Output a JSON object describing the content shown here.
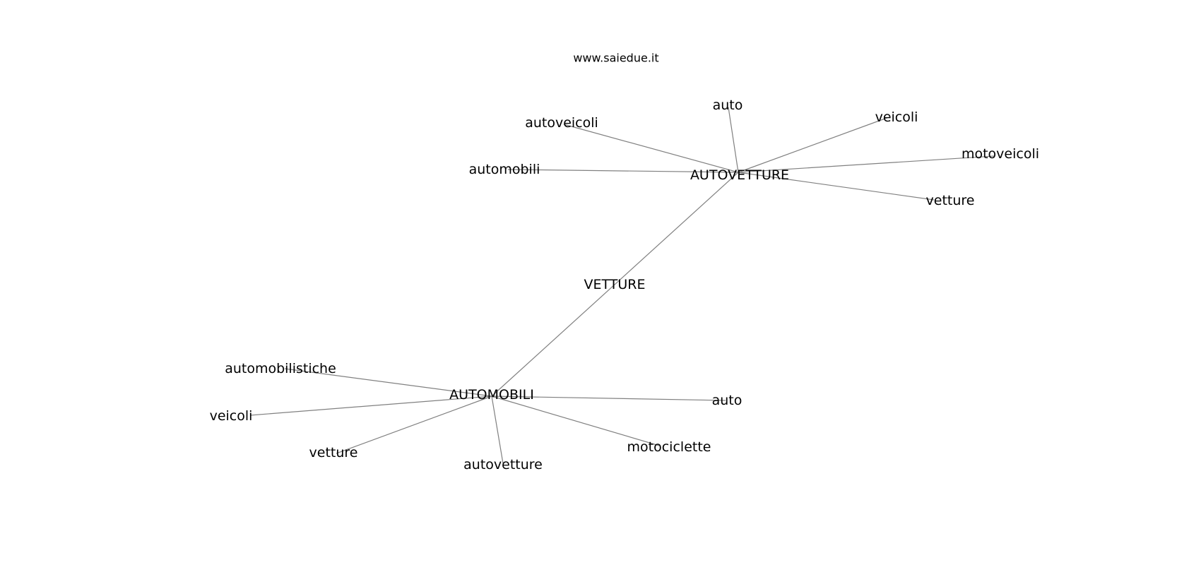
{
  "watermark": "www.saiedue.it",
  "colors": {
    "edge": "#808080",
    "text": "#000000",
    "background": "#ffffff"
  },
  "graph": {
    "nodes": [
      {
        "id": "vetture_center",
        "label": "VETTURE"
      },
      {
        "id": "autovetture_hub",
        "label": "AUTOVETTURE"
      },
      {
        "id": "automobili_hub",
        "label": "AUTOMOBILI"
      },
      {
        "id": "auto_top",
        "label": "auto"
      },
      {
        "id": "autoveicoli",
        "label": "autoveicoli"
      },
      {
        "id": "veicoli_top",
        "label": "veicoli"
      },
      {
        "id": "automobili_small",
        "label": "automobili"
      },
      {
        "id": "motoveicoli",
        "label": "motoveicoli"
      },
      {
        "id": "vetture_top",
        "label": "vetture"
      },
      {
        "id": "automobilistiche",
        "label": "automobilistiche"
      },
      {
        "id": "veicoli_bottom",
        "label": "veicoli"
      },
      {
        "id": "auto_bottom",
        "label": "auto"
      },
      {
        "id": "vetture_bottom",
        "label": "vetture"
      },
      {
        "id": "autovetture_small",
        "label": "autovetture"
      },
      {
        "id": "motociclette",
        "label": "motociclette"
      }
    ],
    "edges": [
      [
        "automobili_hub",
        "autovetture_hub"
      ],
      [
        "autovetture_hub",
        "auto_top"
      ],
      [
        "autovetture_hub",
        "autoveicoli"
      ],
      [
        "autovetture_hub",
        "veicoli_top"
      ],
      [
        "autovetture_hub",
        "automobili_small"
      ],
      [
        "autovetture_hub",
        "motoveicoli"
      ],
      [
        "autovetture_hub",
        "vetture_top"
      ],
      [
        "automobili_hub",
        "automobilistiche"
      ],
      [
        "automobili_hub",
        "veicoli_bottom"
      ],
      [
        "automobili_hub",
        "auto_bottom"
      ],
      [
        "automobili_hub",
        "vetture_bottom"
      ],
      [
        "automobili_hub",
        "autovetture_small"
      ],
      [
        "automobili_hub",
        "motociclette"
      ]
    ]
  }
}
